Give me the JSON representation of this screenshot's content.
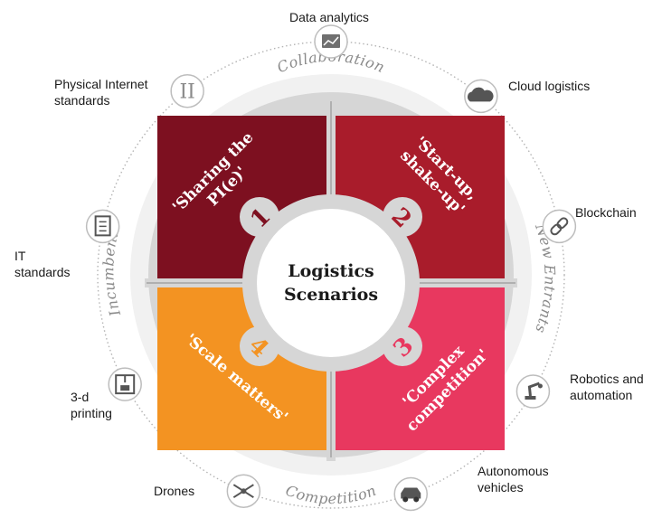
{
  "center_title": [
    "Logistics",
    "Scenarios"
  ],
  "axes": {
    "top": "Collaboration",
    "bottom": "Competition",
    "left": "Incumbents",
    "right": "New Entrants"
  },
  "scenarios": [
    {
      "number": "1",
      "lines": [
        "'Sharing the",
        "PI(e)'"
      ],
      "color": "#7d1020"
    },
    {
      "number": "2",
      "lines": [
        "'Start-up,",
        "shake-up'"
      ],
      "color": "#a91c2b"
    },
    {
      "number": "3",
      "lines": [
        "'Complex",
        "competition'"
      ],
      "color": "#e8385f"
    },
    {
      "number": "4",
      "lines": [
        "'Scale matters'"
      ],
      "color": "#f39322"
    }
  ],
  "technologies": [
    {
      "name": "data-analytics",
      "label": [
        "Data analytics"
      ],
      "icon": "analytics-chart-icon"
    },
    {
      "name": "cloud-logistics",
      "label": [
        "Cloud logistics"
      ],
      "icon": "cloud-icon"
    },
    {
      "name": "blockchain",
      "label": [
        "Blockchain"
      ],
      "icon": "chain-link-icon"
    },
    {
      "name": "robotics",
      "label": [
        "Robotics and",
        "automation"
      ],
      "icon": "robot-arm-icon"
    },
    {
      "name": "autonomous-vehicles",
      "label": [
        "Autonomous",
        "vehicles"
      ],
      "icon": "car-icon"
    },
    {
      "name": "drones",
      "label": [
        "Drones"
      ],
      "icon": "drone-icon"
    },
    {
      "name": "3d-printing",
      "label": [
        "3-d",
        "printing"
      ],
      "icon": "printer-3d-icon"
    },
    {
      "name": "it-standards",
      "label": [
        "IT",
        "standards"
      ],
      "icon": "document-icon"
    },
    {
      "name": "pi-standards",
      "label": [
        "Physical Internet",
        "standards"
      ],
      "icon": "roman-two-icon",
      "icon_text": "II"
    }
  ]
}
